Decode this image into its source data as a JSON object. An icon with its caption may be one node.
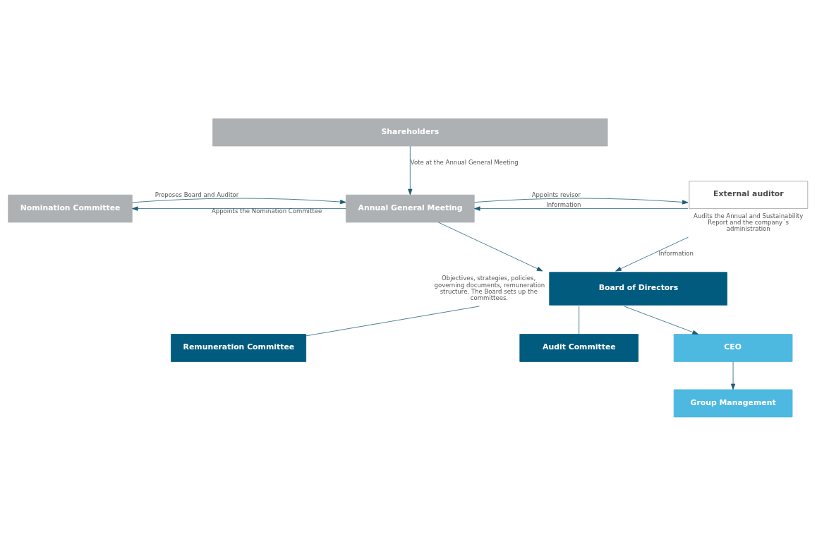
{
  "diagram": {
    "nodes": [
      {
        "text": [
          "Shareholders"
        ]
      },
      {
        "text": [
          "Nomination Committee"
        ]
      },
      {
        "text": [
          "Annual General Meeting"
        ]
      },
      {
        "text": [
          "External auditor"
        ],
        "beside": [
          "Audits the Annual and Sustainability Report and the company´s administration"
        ]
      },
      {
        "text": [
          "Board of Directors"
        ],
        "beside": [
          "Objectives, strategies, policies, governing documents, remuneration structure. The Board sets up the committees."
        ]
      },
      {
        "text": [
          "Remuneration Committee"
        ]
      },
      {
        "text": [
          "Audit Committee"
        ]
      },
      {
        "text": [
          "CEO"
        ]
      },
      {
        "text": [
          "Group Management"
        ]
      }
    ],
    "edges": [
      {
        "from": 0,
        "to": 2,
        "arrow": "to",
        "label": "Vote at the Annual General Meeting"
      },
      {
        "from": 2,
        "to": 1,
        "arrow": "to",
        "label": "Appoints the Nomination Committee"
      },
      {
        "from": 1,
        "to": 2,
        "arrow": "to",
        "label": "Proposes Board and Auditor"
      },
      {
        "from": 3,
        "to": 2,
        "arrow": "to",
        "label": "Information"
      },
      {
        "from": 2,
        "to": 3,
        "arrow": "to",
        "label": "Appoints revisor"
      },
      {
        "from": 2,
        "to": 4,
        "arrow": "to"
      },
      {
        "from": 3,
        "to": 4,
        "arrow": "to",
        "label": "Information"
      },
      {
        "from": 4,
        "to": 5,
        "arrow": "none"
      },
      {
        "from": 4,
        "to": 6,
        "arrow": "none"
      },
      {
        "from": 4,
        "to": 7,
        "arrow": "to"
      },
      {
        "from": 7,
        "to": 8,
        "arrow": "to"
      }
    ]
  }
}
